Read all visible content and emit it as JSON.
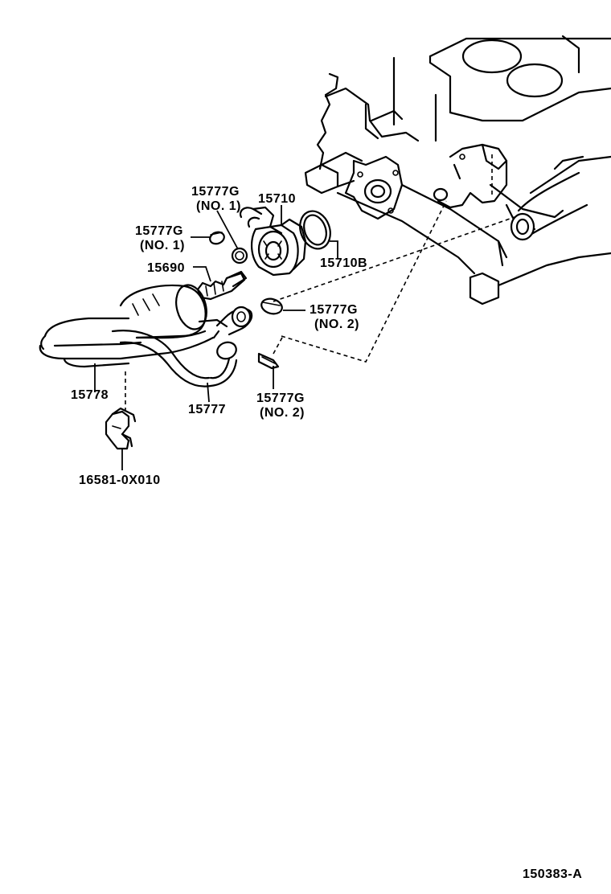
{
  "labels": {
    "p15777g_no1_top": "15777G",
    "p15777g_no1_top_sub": "(NO. 1)",
    "p15710": "15710",
    "p15777g_no1_left": "15777G",
    "p15777g_no1_left_sub": "(NO. 1)",
    "p15690": "15690",
    "p15710b": "15710B",
    "p15777g_no2_right": "15777G",
    "p15777g_no2_right_sub": "(NO. 2)",
    "p15778": "15778",
    "p15777": "15777",
    "p15777g_no2_bottom": "15777G",
    "p15777g_no2_bottom_sub": "(NO. 2)",
    "p16581": "16581-0X010",
    "figure_code": "150383-A"
  }
}
